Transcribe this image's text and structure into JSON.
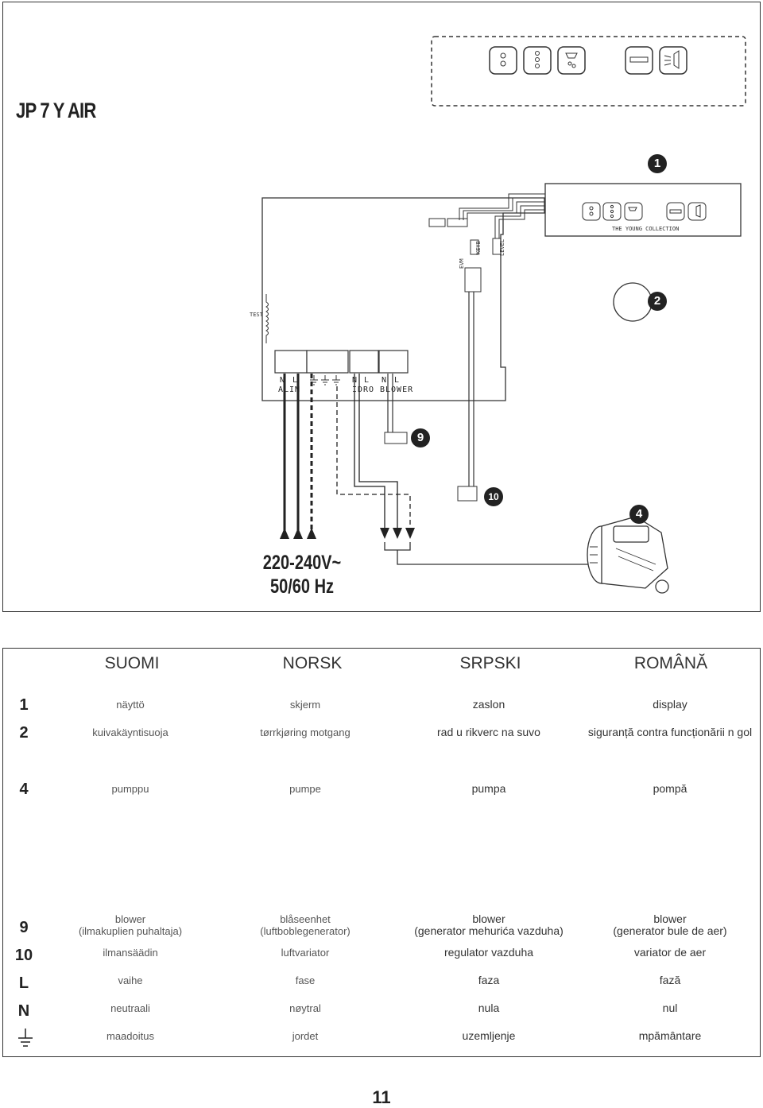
{
  "title": "JP 7 Y AIR",
  "voltage": {
    "line1": "220-240V~",
    "line2": "50/60 Hz"
  },
  "board": {
    "test_label": "TEST",
    "terminal_labels": [
      "N",
      "L",
      "N",
      "L",
      "N",
      "L"
    ],
    "group_labels": [
      "ALIM",
      "IDRO",
      "BLOWER"
    ],
    "keyb_label": "KEYB",
    "level_label": "LEVEL",
    "evm_label": "EVM"
  },
  "display_panel": {
    "brand": "THE YOUNG COLLECTION"
  },
  "badges": {
    "display": "1",
    "dry_run": "2",
    "pump": "4",
    "blower": "9",
    "air_variator": "10"
  },
  "table": {
    "headers": [
      "SUOMI",
      "NORSK",
      "SRPSKI",
      "ROMÂNĂ"
    ],
    "rows": [
      {
        "key": "1",
        "cells": [
          "näyttö",
          "skjerm",
          "zaslon",
          "display"
        ]
      },
      {
        "key": "2",
        "cells": [
          "kuivakäyntisuoja",
          "tørrkjøring motgang",
          "rad u rikverc na suvo",
          "siguranță contra funcționării n gol"
        ]
      },
      {
        "key": "4",
        "cells": [
          "pumppu",
          "pumpe",
          "pumpa",
          "pompă"
        ]
      },
      {
        "key": "9",
        "cells": [
          "blower",
          "blåseenhet",
          "blower",
          "blower"
        ],
        "sub": [
          "(ilmakuplien puhaltaja)",
          "(luftboblegenerator)",
          "(generator mehurića vazduha)",
          "(generator bule de aer)"
        ]
      },
      {
        "key": "10",
        "cells": [
          "ilmansäädin",
          "luftvariator",
          "regulator vazduha",
          "variator de aer"
        ]
      },
      {
        "key": "L",
        "cells": [
          "vaihe",
          "fase",
          "faza",
          "fază"
        ]
      },
      {
        "key": "N",
        "cells": [
          "neutraali",
          "nøytral",
          "nula",
          "nul"
        ]
      },
      {
        "key": "ground-symbol",
        "cells": [
          "maadoitus",
          "jordet",
          "uzemljenje",
          "mpământare"
        ]
      }
    ]
  },
  "page_number": "11"
}
